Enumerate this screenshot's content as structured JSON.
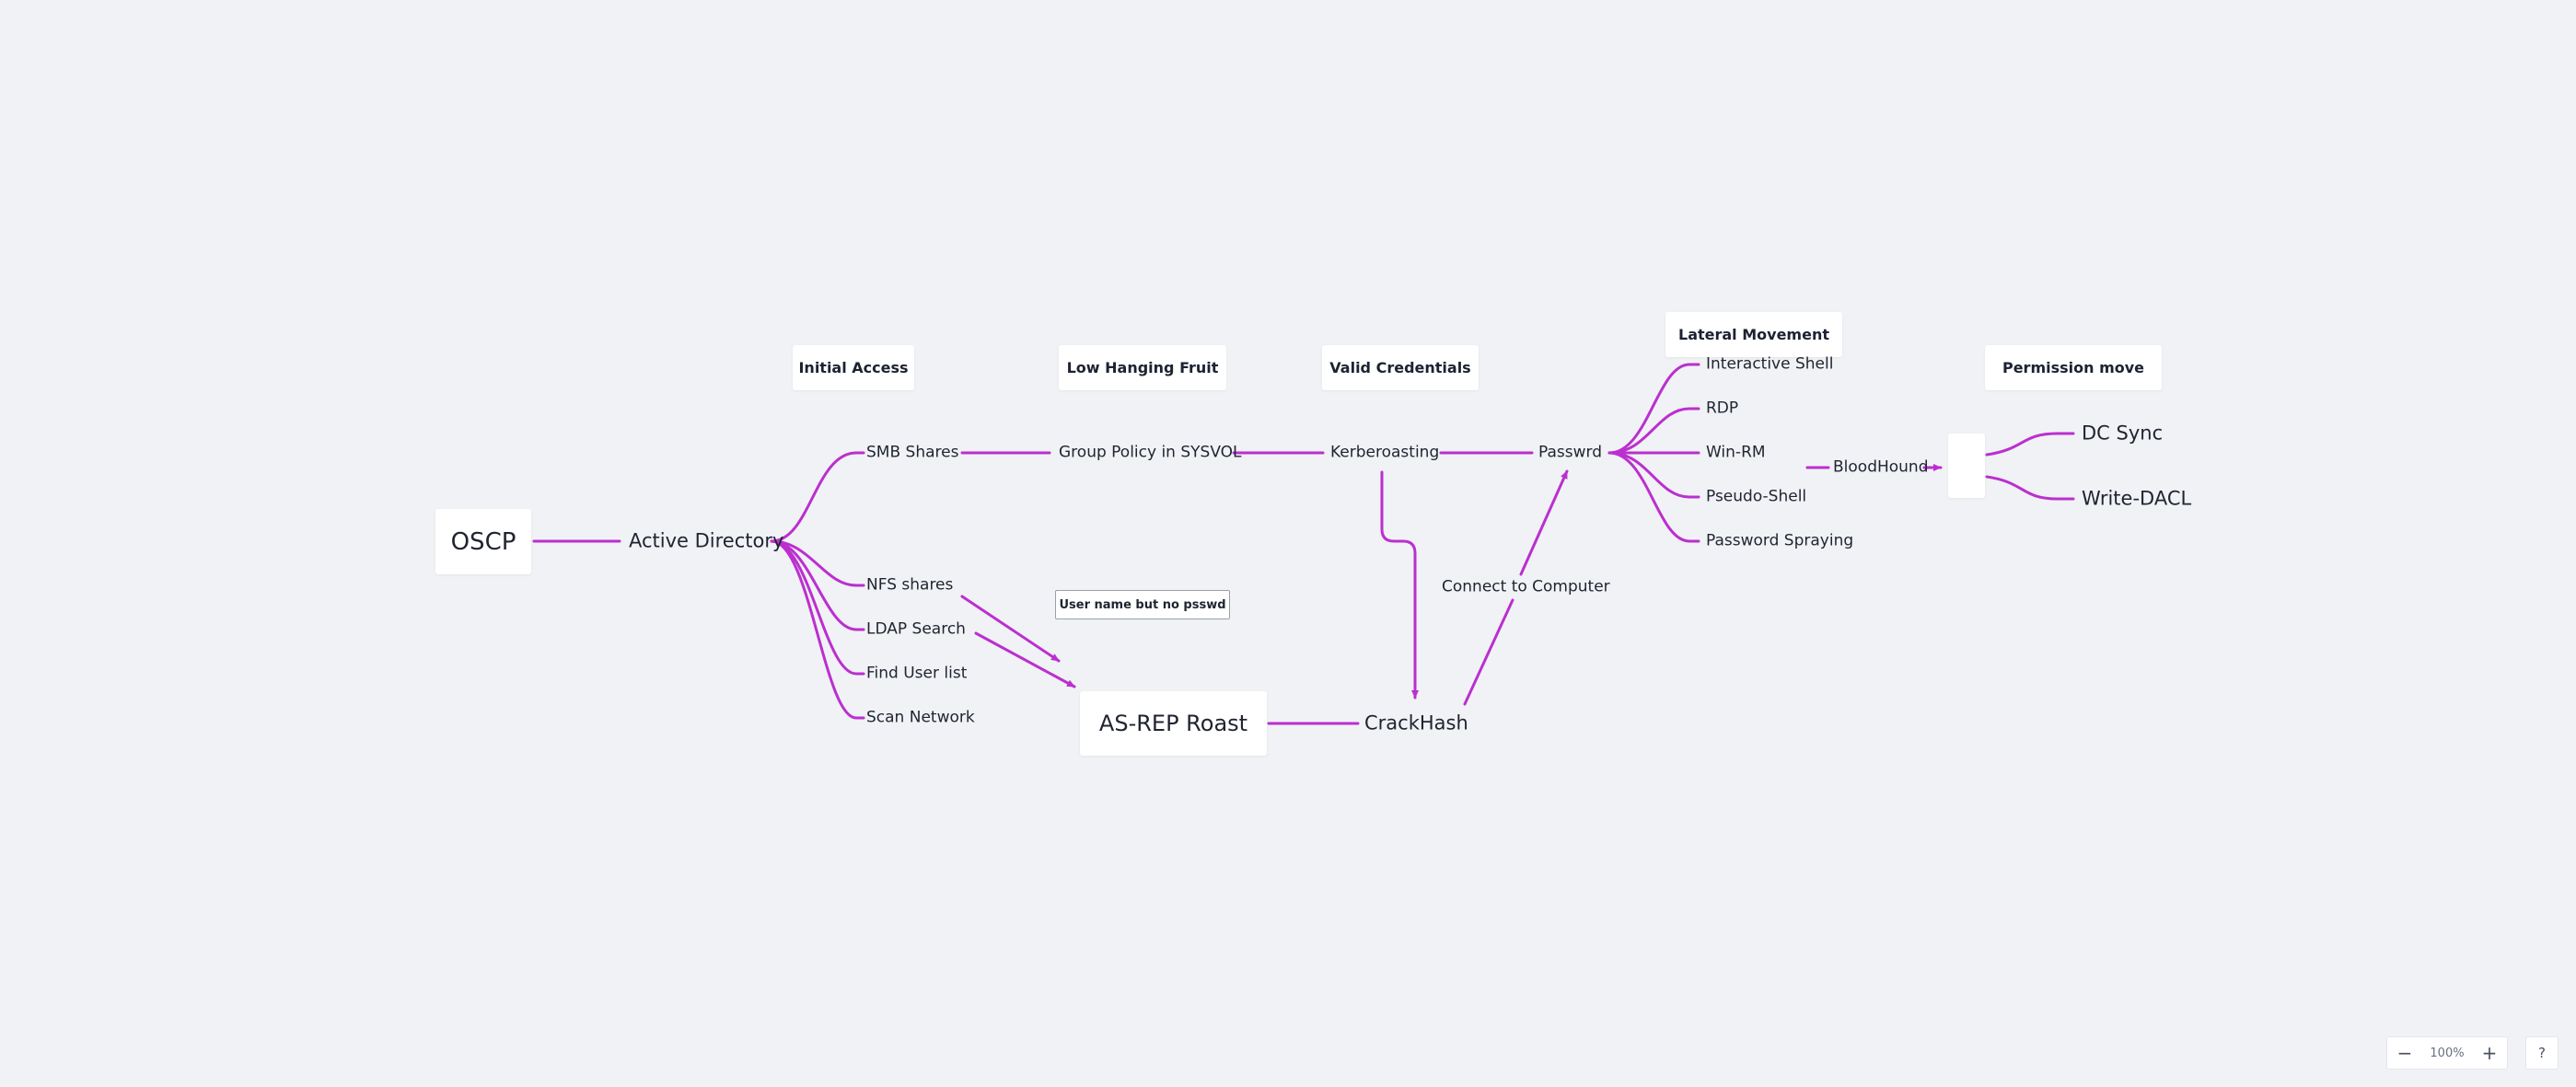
{
  "colors": {
    "background": "#f0f2f5",
    "connector": "#bb2fcf",
    "node_fill": "#ffffff"
  },
  "mindmap": {
    "root": "OSCP",
    "active_directory": "Active Directory",
    "categories": {
      "initial_access": "Initial Access",
      "low_hanging_fruit": "Low Hanging Fruit",
      "valid_credentials": "Valid Credentials",
      "lateral_movement": "Lateral Movement",
      "permission_move": "Permission move"
    },
    "branches": {
      "smb_shares": "SMB Shares",
      "nfs_shares": "NFS shares",
      "ldap_search": "LDAP Search",
      "find_user_list": "Find User list",
      "scan_network": "Scan Network"
    },
    "group_policy": "Group Policy in SYSVOL",
    "note": "User name but no psswd",
    "as_rep_roast": "AS-REP Roast",
    "kerberoasting": "Kerberoasting",
    "crackhash": "CrackHash",
    "connect_to_computer": "Connect to Computer",
    "passwrd": "Passwrd",
    "lateral": {
      "interactive_shell": "Interactive Shell",
      "rdp": "RDP",
      "win_rm": "Win-RM",
      "pseudo_shell": "Pseudo-Shell",
      "password_spraying": "Password Spraying"
    },
    "bloodhound": "BloodHound",
    "permission": {
      "dc_sync": "DC Sync",
      "write_dacl": "Write-DACL"
    }
  },
  "zoom_controls": {
    "zoom_out": "−",
    "zoom_level": "100%",
    "zoom_in": "+",
    "help": "?"
  }
}
